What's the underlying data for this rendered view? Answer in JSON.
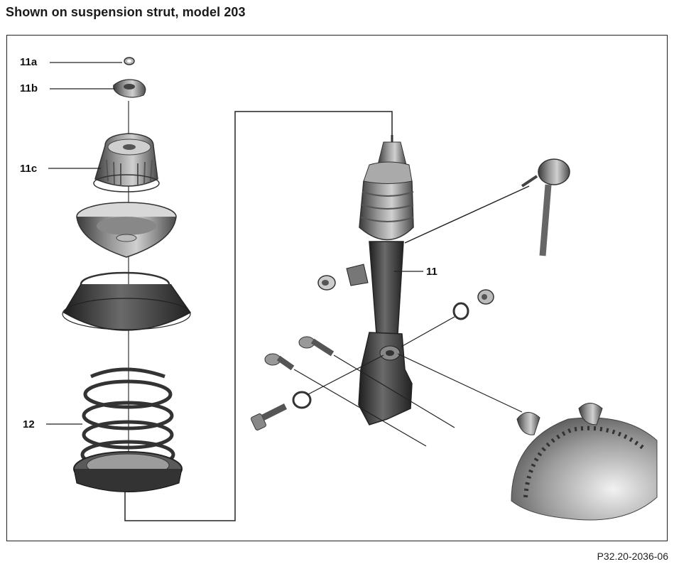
{
  "title": "Shown on suspension strut, model 203",
  "figure_ref": "P32.20-2036-06",
  "callouts": {
    "c11a": "11a",
    "c11b": "11b",
    "c11c": "11c",
    "c12": "12",
    "c11": "11"
  }
}
